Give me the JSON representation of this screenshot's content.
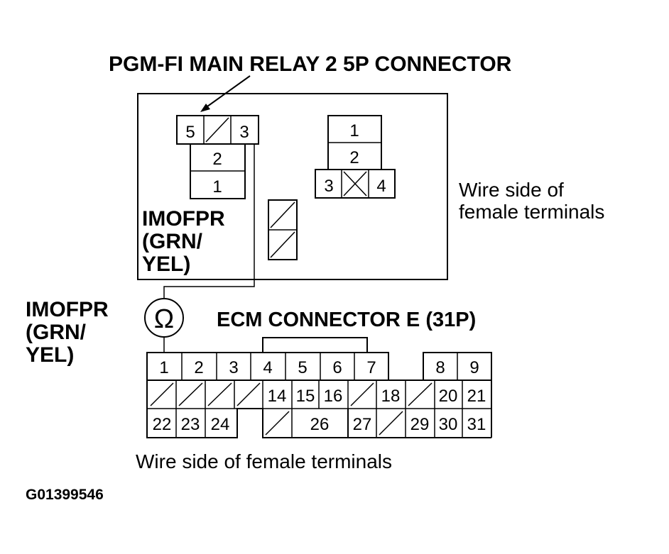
{
  "relay_connector": {
    "title": "PGM-FI MAIN RELAY 2 5P CONNECTOR",
    "note_line1": "Wire side of",
    "note_line2": "female terminals",
    "left_pins": [
      "5",
      "3",
      "2",
      "1"
    ],
    "right_pins": [
      "1",
      "2",
      "3",
      "4"
    ],
    "wire_label_line1": "IMOFPR",
    "wire_label_line2": "(GRN/",
    "wire_label_line3": "YEL)"
  },
  "meter": {
    "symbol": "Ω",
    "icon": "ohmmeter-icon"
  },
  "ecm_connector": {
    "title": "ECM CONNECTOR E (31P)",
    "note": "Wire side of female terminals",
    "wire_label_line1": "IMOFPR",
    "wire_label_line2": "(GRN/",
    "wire_label_line3": "YEL)",
    "row1": [
      "1",
      "2",
      "3",
      "4",
      "5",
      "6",
      "7",
      "8",
      "9"
    ],
    "row2": [
      "14",
      "15",
      "16",
      "18",
      "20",
      "21"
    ],
    "row3": [
      "22",
      "23",
      "24",
      "26",
      "27",
      "29",
      "30",
      "31"
    ]
  },
  "figure_id": "G01399546"
}
